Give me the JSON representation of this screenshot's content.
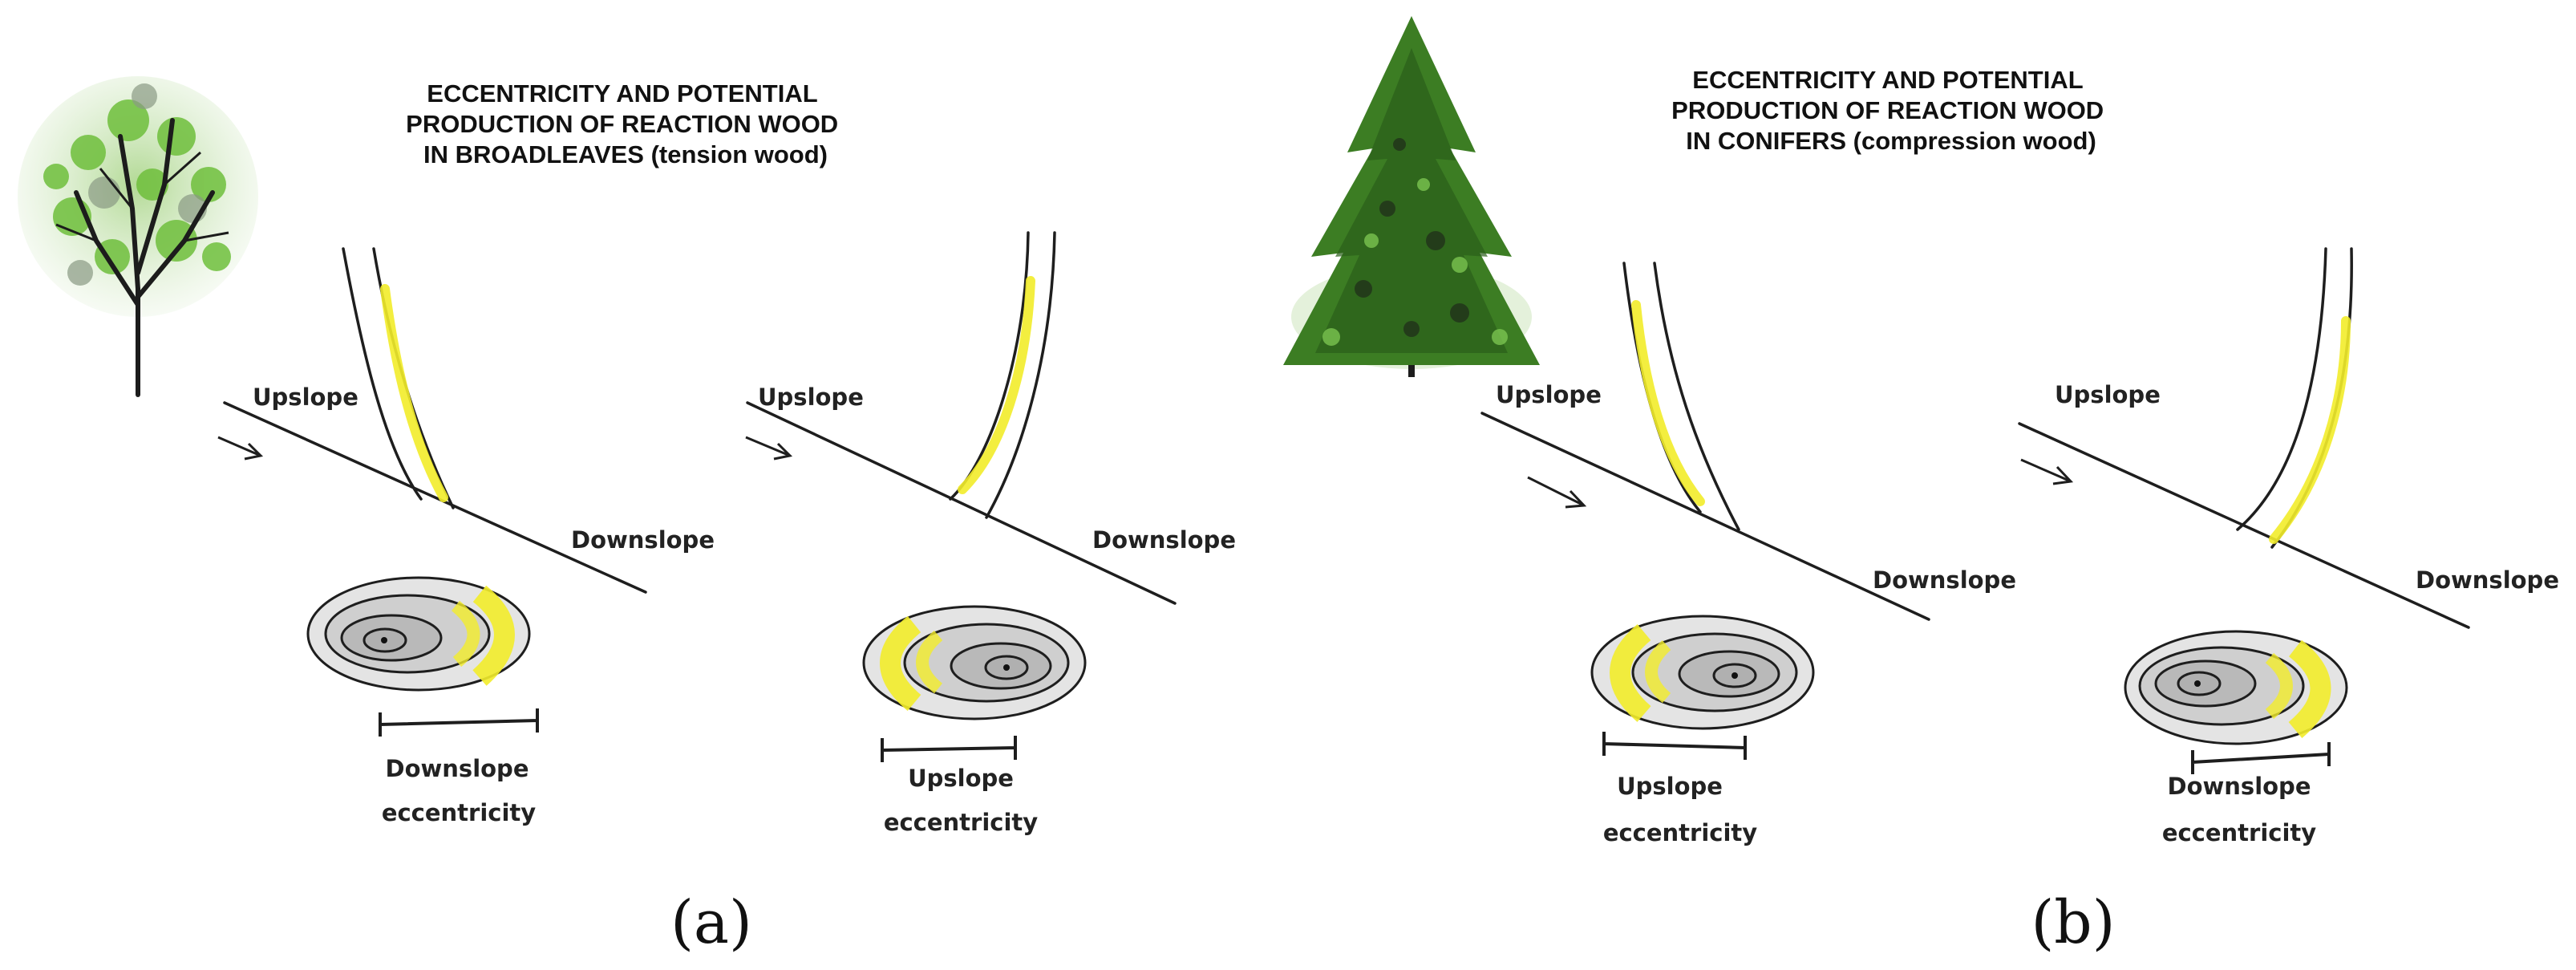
{
  "panels": {
    "a": {
      "title_lines": [
        "ECCENTRICITY AND POTENTIAL",
        "PRODUCTION OF REACTION WOOD",
        "IN BROADLEAVES (tension wood)"
      ],
      "label": "(a)",
      "left": {
        "upslope": "Upslope",
        "downslope": "Downslope",
        "ecc_line1": "Downslope",
        "ecc_line2": "eccentricity"
      },
      "right": {
        "upslope": "Upslope",
        "downslope": "Downslope",
        "ecc_line1": "Upslope",
        "ecc_line2": "eccentricity"
      }
    },
    "b": {
      "title_lines": [
        "ECCENTRICITY AND POTENTIAL",
        "PRODUCTION OF REACTION WOOD",
        "IN CONIFERS (compression wood)"
      ],
      "label": "(b)",
      "left": {
        "upslope": "Upslope",
        "downslope": "Downslope",
        "ecc_line1": "Upslope",
        "ecc_line2": "eccentricity"
      },
      "right": {
        "upslope": "Upslope",
        "downslope": "Downslope",
        "ecc_line1": "Downslope",
        "ecc_line2": "eccentricity"
      }
    }
  },
  "colors": {
    "reaction_wood": "#f2ec2a",
    "ring_outer": "#e4e4e4",
    "ring_mid": "#cfcfcf",
    "ring_inner": "#b9b9b9",
    "ink": "#1e1e1e"
  },
  "icons": {
    "broadleaf": "broadleaf-tree-icon",
    "conifer": "conifer-tree-icon"
  }
}
